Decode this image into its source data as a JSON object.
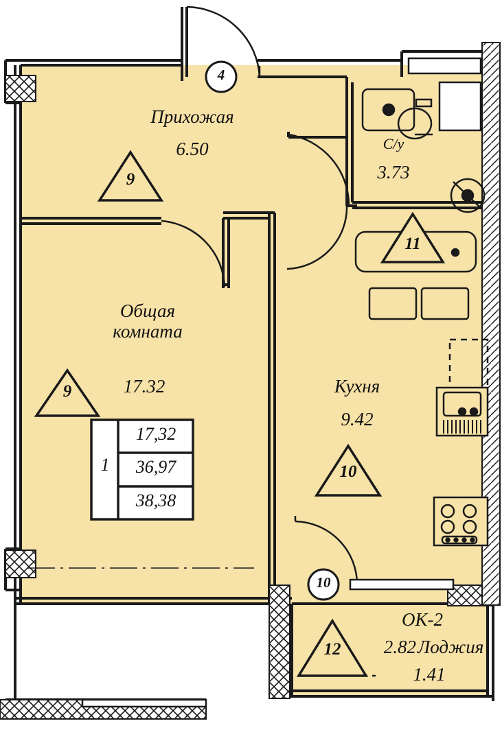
{
  "plan": {
    "type": "apartment-floor-plan",
    "colors": {
      "floor_fill": "#f7e2a8",
      "wall_stroke": "#1a1a1a",
      "hatch": "#1a1a1a",
      "background": "#ffffff"
    },
    "rooms": [
      {
        "id": "hallway",
        "name": "Прихожая",
        "area": "6.50",
        "marker": "9",
        "marker_shape": "triangle"
      },
      {
        "id": "living",
        "name": "Общая\nкомната",
        "area": "17.32",
        "marker": "9",
        "marker_shape": "triangle"
      },
      {
        "id": "kitchen",
        "name": "Кухня",
        "area": "9.42",
        "marker": "10",
        "marker_shape": "triangle"
      },
      {
        "id": "bathroom_wc",
        "name": "С/у",
        "area": "3.73",
        "marker": "11",
        "marker_shape": "triangle"
      },
      {
        "id": "loggia",
        "name": "Лоджия",
        "area": "1.41",
        "marker": "12",
        "marker_shape": "triangle",
        "code": "ОК-2",
        "code_area": "2.82"
      }
    ],
    "door_markers": [
      {
        "id": "door-4",
        "label": "4",
        "shape": "circle"
      },
      {
        "id": "door-10",
        "label": "10",
        "shape": "circle"
      }
    ],
    "summary_table": {
      "apartment_type": "1",
      "rows": [
        "17,32",
        "36,97",
        "38,38"
      ]
    },
    "loggia_block": {
      "code": "ОК-2",
      "line2_area": "2.82",
      "line2_name": "Лоджия",
      "line3": "1.41"
    }
  }
}
